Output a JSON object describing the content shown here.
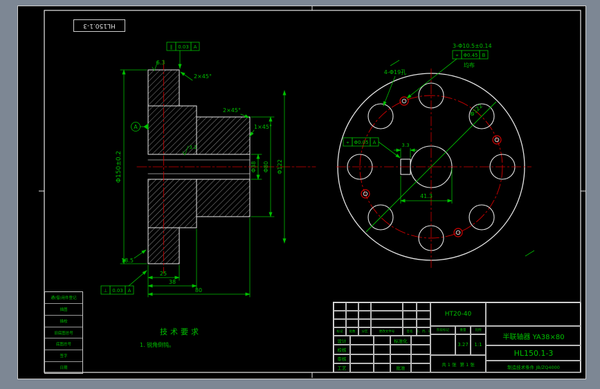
{
  "colors": {
    "canvas_bg": "#7d8794",
    "sheet_bg": "#000000",
    "outline": "#e8e8e8",
    "dimension": "#00c000",
    "centerline": "#d40000"
  },
  "corner_label": "HL150.1-3",
  "tech_req": {
    "title": "技术要求",
    "items": [
      "1. 锐角倒钝。"
    ]
  },
  "left_view": {
    "fcf_top": {
      "sym": "∥",
      "val": "0.03",
      "datum": "A"
    },
    "fcf_bottom": {
      "sym": "⊥",
      "val": "0.03",
      "datum": "A"
    },
    "datum_label": "A",
    "rough_top": "6.3",
    "rough_bore": "3.2",
    "chamfer_top": "2×45°",
    "chamfer_flange": "2×45°",
    "chamfer_hub": "1×45°",
    "dim_od": "Φ150±0.2",
    "dim_bore": "Φ38",
    "dim_hub": "Φ80",
    "dim_bolt": "Φ122",
    "dim_len1": "25",
    "dim_len2": "38",
    "dim_len3": "80",
    "dim_corner": "18.5"
  },
  "right_view": {
    "note_holes": "4-Φ19孔",
    "note_pins": "3-Φ10.5±0.14",
    "fcf_pins": {
      "sym": "⌖",
      "val": "Φ0.45",
      "datum": "B"
    },
    "note_even": "均布",
    "fcf_key": {
      "sym": "⌖",
      "val": "Φ0.05",
      "datum": "A"
    },
    "dim_key_depth": "3.3",
    "dim_key_total": "41.3",
    "dim_bolt_circle": "Φ122"
  },
  "aux_table": {
    "rows": [
      "通(借)用件登记",
      "描图",
      "描校",
      "旧底图总号",
      "底图总号",
      "签字",
      "日期"
    ]
  },
  "title_block": {
    "material": "HT20-40",
    "part_name": "半联轴器 YA38×80",
    "drawing_no": "HL150.1-3",
    "note": "制造技术条件 JB/ZQ4000",
    "change_header": [
      "标记",
      "处数",
      "分区",
      "更改文件号",
      "签名",
      "年、月、日"
    ],
    "sign_rows": [
      [
        "设计",
        "标准化"
      ],
      [
        "校核",
        ""
      ],
      [
        "审核",
        ""
      ],
      [
        "工艺",
        "批准"
      ]
    ],
    "stage_header": [
      "阶段标记",
      "重量",
      "比例"
    ],
    "weight": "3.27",
    "scale": "1:1",
    "sheet_count": "共 1 张",
    "sheet_index": "第 1 张"
  }
}
